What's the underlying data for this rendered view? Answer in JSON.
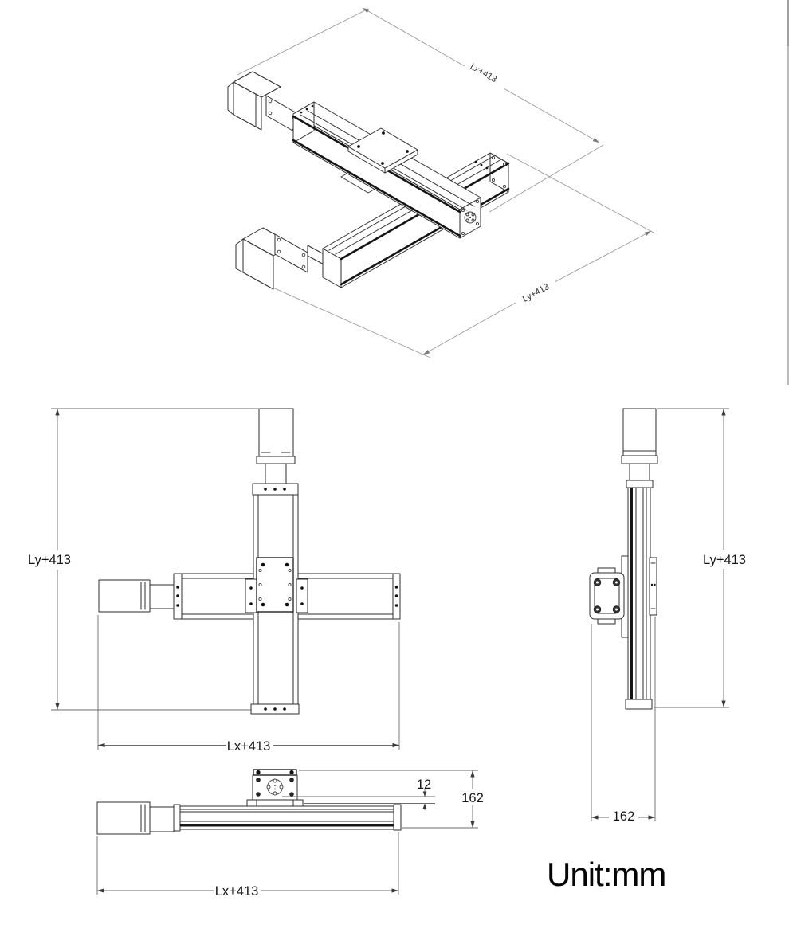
{
  "unit_label": "Unit:mm",
  "dimensions": {
    "iso_x": "Lx+413",
    "iso_y": "Ly+413",
    "plan_height": "Ly+413",
    "plan_width": "Lx+413",
    "side_height": "Ly+413",
    "side_depth": "162",
    "front_gap": "12",
    "front_height": "162",
    "front_width": "Lx+413"
  }
}
